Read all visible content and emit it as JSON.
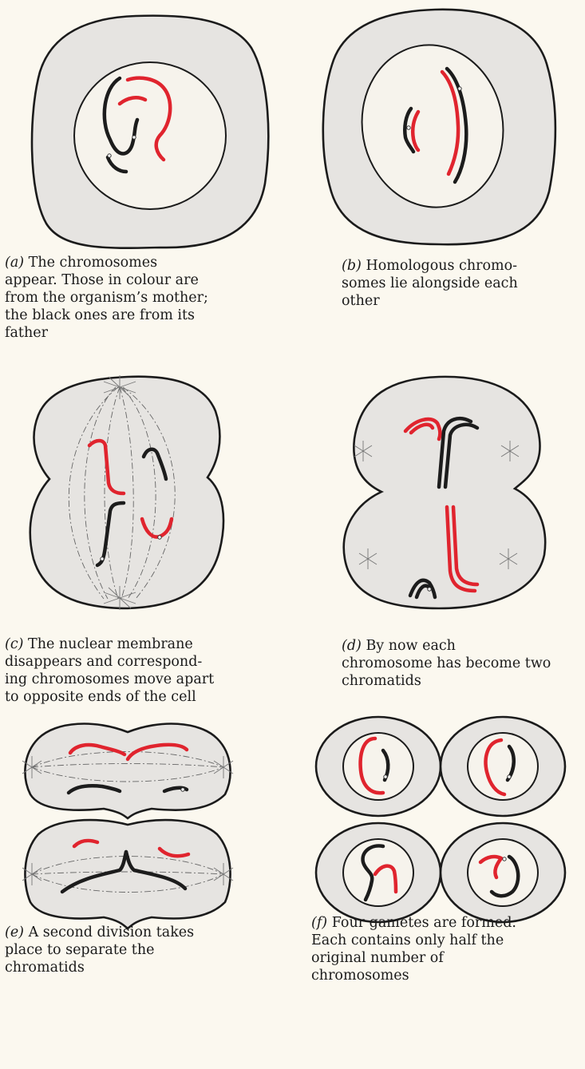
{
  "panels": [
    {
      "label": "(a)",
      "text": "The chromosomes appear. Those in colour are from the organism’s mother; the black ones are from its father",
      "lines": [
        "The chromosomes",
        "appear. Those in colour are",
        "from the organism’s mother;",
        "the black ones are from its",
        "father"
      ]
    },
    {
      "label": "(b)",
      "text": "Homologous chromosomes lie alongside each other",
      "lines": [
        "Homologous chromo-",
        "somes lie alongside each",
        "other"
      ]
    },
    {
      "label": "(c)",
      "text": "The nuclear membrane disappears and corresponding chromosomes move apart to opposite ends of the cell",
      "lines": [
        "The nuclear membrane",
        "disappears and correspond-",
        "ing chromosomes move apart",
        "to opposite ends of the cell"
      ]
    },
    {
      "label": "(d)",
      "text": "By now each chromosome has become two chromatids",
      "lines": [
        "By now each",
        "chromosome has become two",
        "chromatids"
      ]
    },
    {
      "label": "(e)",
      "text": "A second division takes place to separate the chromatids",
      "lines": [
        "A second division takes",
        "place to separate the",
        "chromatids"
      ]
    },
    {
      "label": "(f)",
      "text": "Four gametes are formed. Each contains only half the original number of chromosomes",
      "lines": [
        "Four gametes are formed.",
        "Each contains only half the",
        "original number of",
        "chromosomes"
      ]
    }
  ],
  "colors": {
    "maternal": "#e0242e",
    "paternal": "#1c1c1c",
    "cytoplasm": "#e6e4e1",
    "nucleus": "#f6f3ec"
  }
}
